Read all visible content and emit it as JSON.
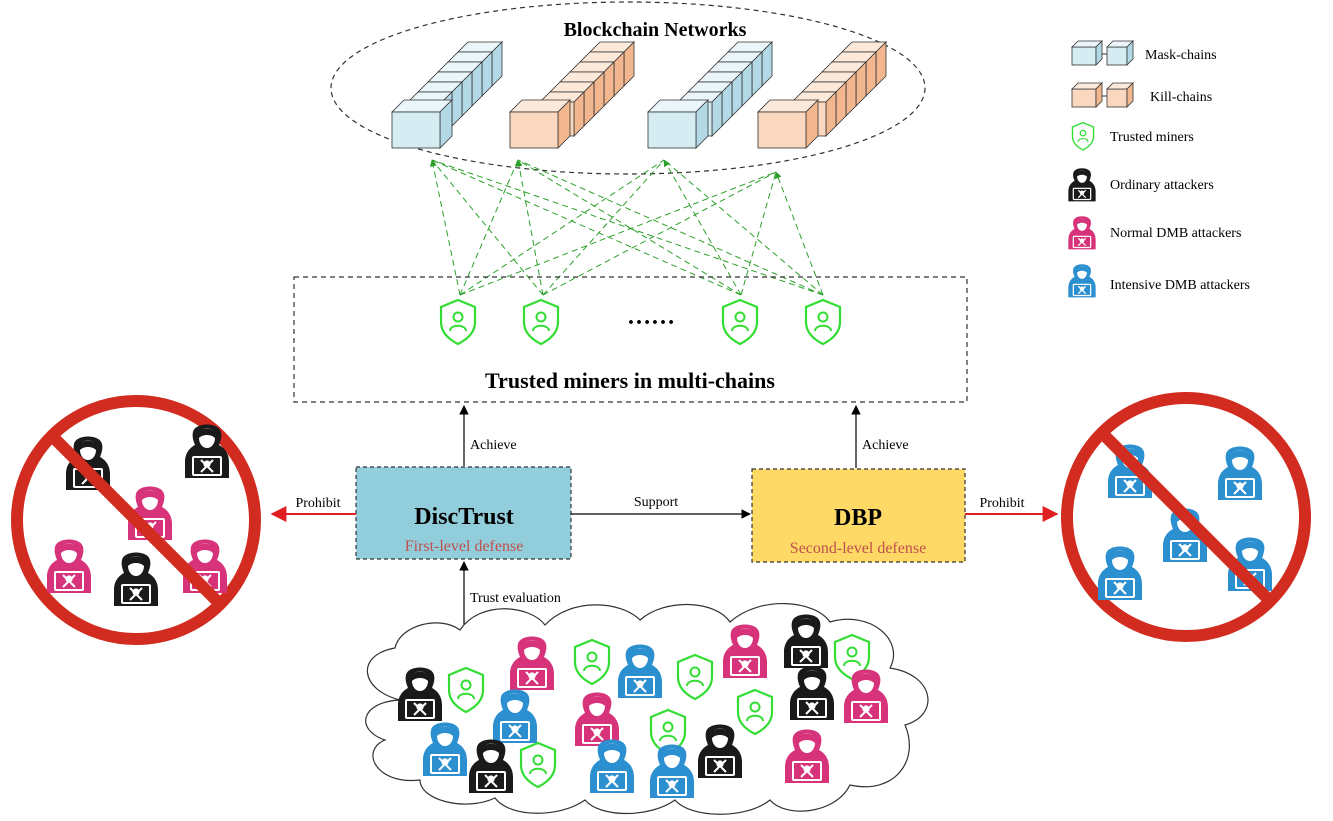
{
  "network": {
    "title": "Blockchain Networks"
  },
  "miners_box": {
    "title": "Trusted miners in multi-chains",
    "ellipsis": "……"
  },
  "disctrust": {
    "title": "DiscTrust",
    "subtitle": "First-level defense"
  },
  "dbp": {
    "title": "DBP",
    "subtitle": "Second-level defense"
  },
  "arrows": {
    "achieve_left": "Achieve",
    "achieve_right": "Achieve",
    "support": "Support",
    "prohibit_left": "Prohibit",
    "prohibit_right": "Prohibit",
    "trust_evaluation": "Trust evaluation"
  },
  "legend": {
    "items": [
      {
        "label": "Mask-chains",
        "icon": "mask-chain-icon"
      },
      {
        "label": "Kill-chains",
        "icon": "kill-chain-icon"
      },
      {
        "label": "Trusted miners",
        "icon": "trusted-miner-icon"
      },
      {
        "label": "Ordinary attackers",
        "icon": "ordinary-attacker-icon"
      },
      {
        "label": "Normal DMB attackers",
        "icon": "normal-dmb-attacker-icon"
      },
      {
        "label": "Intensive DMB attackers",
        "icon": "intensive-dmb-attacker-icon"
      }
    ]
  },
  "colors": {
    "mask_chain": "#d6ecf3",
    "kill_chain": "#fad7bf",
    "trusted": "#33dd33",
    "ordinary": "#1a1a1a",
    "normal_dmb": "#d6337a",
    "intensive_dmb": "#2b8fd0",
    "disctrust_fill": "#92cddc",
    "dbp_fill": "#ffd966",
    "prohibit_ring": "#d22b1f"
  }
}
